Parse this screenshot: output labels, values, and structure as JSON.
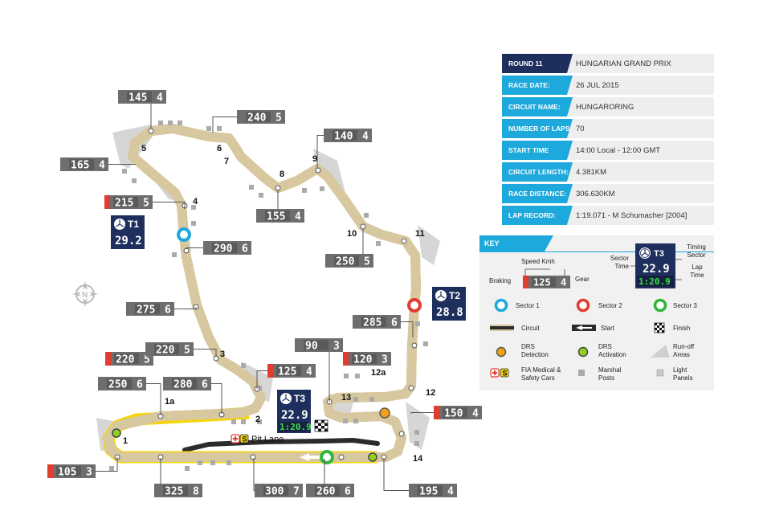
{
  "info": [
    {
      "label": "ROUND 11",
      "value": "HUNGARIAN GRAND PRIX"
    },
    {
      "label": "RACE DATE:",
      "value": "26 JUL 2015"
    },
    {
      "label": "CIRCUIT NAME:",
      "value": "HUNGARORING"
    },
    {
      "label": "NUMBER OF LAPS:",
      "value": "70"
    },
    {
      "label": "START TIME",
      "value": "14:00 Local - 12:00 GMT"
    },
    {
      "label": "CIRCUIT LENGTH:",
      "value": "4.381KM"
    },
    {
      "label": "RACE DISTANCE:",
      "value": "306.630KM"
    },
    {
      "label": "LAP RECORD:",
      "value": "1:19.071 - M Schumacher [2004]"
    }
  ],
  "speeds": [
    {
      "kmh": "145",
      "gear": "4",
      "type": "speed"
    },
    {
      "kmh": "240",
      "gear": "5",
      "type": "speed"
    },
    {
      "kmh": "140",
      "gear": "4",
      "type": "speed"
    },
    {
      "kmh": "165",
      "gear": "4",
      "type": "speed"
    },
    {
      "kmh": "215",
      "gear": "5",
      "type": "braking"
    },
    {
      "kmh": "290",
      "gear": "6",
      "type": "speed"
    },
    {
      "kmh": "155",
      "gear": "4",
      "type": "speed"
    },
    {
      "kmh": "220",
      "gear": "5",
      "type": "braking"
    },
    {
      "kmh": "250",
      "gear": "5",
      "type": "speed"
    },
    {
      "kmh": "275",
      "gear": "6",
      "type": "speed"
    },
    {
      "kmh": "285",
      "gear": "6",
      "type": "speed"
    },
    {
      "kmh": "220",
      "gear": "5",
      "type": "speed"
    },
    {
      "kmh": "90",
      "gear": "3",
      "type": "speed"
    },
    {
      "kmh": "120",
      "gear": "3",
      "type": "braking"
    },
    {
      "kmh": "125",
      "gear": "4",
      "type": "braking"
    },
    {
      "kmh": "250",
      "gear": "6",
      "type": "speed"
    },
    {
      "kmh": "280",
      "gear": "6",
      "type": "speed"
    },
    {
      "kmh": "150",
      "gear": "4",
      "type": "braking"
    },
    {
      "kmh": "105",
      "gear": "3",
      "type": "braking"
    },
    {
      "kmh": "325",
      "gear": "8",
      "type": "speed"
    },
    {
      "kmh": "300",
      "gear": "7",
      "type": "speed"
    },
    {
      "kmh": "260",
      "gear": "6",
      "type": "speed"
    },
    {
      "kmh": "195",
      "gear": "4",
      "type": "speed"
    }
  ],
  "corners": [
    "1",
    "1a",
    "2",
    "3",
    "4",
    "5",
    "6",
    "7",
    "8",
    "9",
    "10",
    "11",
    "12",
    "12a",
    "13",
    "14"
  ],
  "timing": [
    {
      "label": "T1",
      "value": "29.2"
    },
    {
      "label": "T2",
      "value": "28.8"
    },
    {
      "label": "T3",
      "value": "22.9",
      "lap": "1:20.9"
    }
  ],
  "pit_lane": "Pit Lane",
  "key": {
    "title": "KEY",
    "speed_kmh": "Speed Kmh",
    "braking": "Braking",
    "gear": "Gear",
    "sample_kmh": "125",
    "sample_gear": "4",
    "sector_time": "Sector Time",
    "timing_sector": "Timing Sector",
    "lap_time": "Lap Time",
    "sample_sector_val": "22.9",
    "sample_lap": "1:20.9",
    "sample_t": "T3",
    "sector1": "Sector 1",
    "sector2": "Sector 2",
    "sector3": "Sector 3",
    "circuit": "Circuit",
    "start": "Start",
    "finish": "Finish",
    "drs_detection": "DRS Detection",
    "drs_activation": "DRS Activation",
    "runoff": "Run-off Areas",
    "fia": "FIA Medical & Safety Cars",
    "marshal": "Marshal Posts",
    "light": "Light Panels"
  },
  "colors": {
    "navy": "#1e2f5d",
    "cyan": "#1da9db",
    "red": "#e23b30",
    "green": "#2fb53a",
    "yellow": "#f4d60a",
    "orange": "#f5a01a",
    "track": "#2b2b2b",
    "trackEdge": "#d8c8a0",
    "runoff": "#d3d3d3",
    "box": "#6e6e6e"
  }
}
